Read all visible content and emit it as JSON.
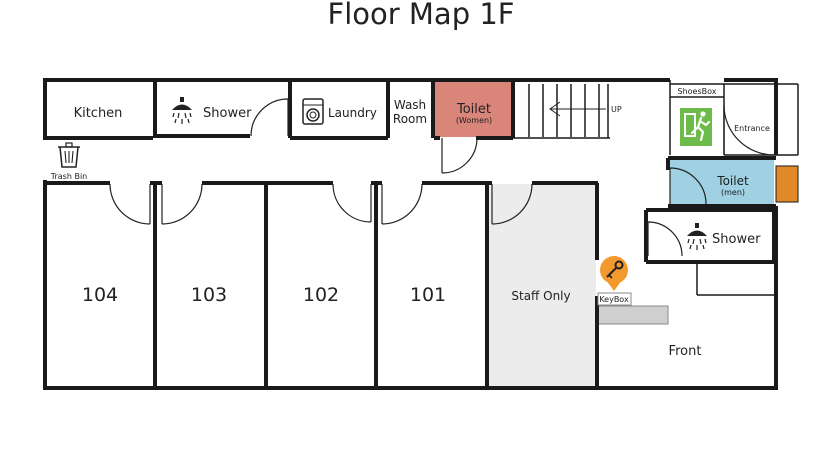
{
  "title": "Floor Map 1F",
  "top_rooms": {
    "kitchen": "Kitchen",
    "shower": "Shower",
    "laundry": "Laundry",
    "wash_room_line1": "Wash",
    "wash_room_line2": "Room",
    "toilet_women": "Toilet",
    "toilet_women_sub": "(Women)",
    "stairs_up": "UP"
  },
  "corridor": {
    "trash_bin": "Trash Bin"
  },
  "guest_rooms": [
    "104",
    "103",
    "102",
    "101"
  ],
  "staff_only": "Staff Only",
  "right_side": {
    "shoes_box": "ShoesBox",
    "entrance": "Entrance",
    "toilet_men": "Toilet",
    "toilet_men_sub": "(men)",
    "shower": "Shower",
    "key_box": "KeyBox",
    "front": "Front"
  },
  "colors": {
    "toilet_women": "#d9857a",
    "toilet_men": "#9fd1e3",
    "staff_area": "#ececec",
    "exit_sign": "#6dbb4a",
    "key_pin": "#f29a2e",
    "outside_door": "#e08a2a",
    "counter": "#cfcfcf"
  },
  "icons": [
    "shower-icon",
    "washing-machine-icon",
    "trash-bin-icon",
    "exit-sign-icon",
    "key-pin-icon"
  ]
}
